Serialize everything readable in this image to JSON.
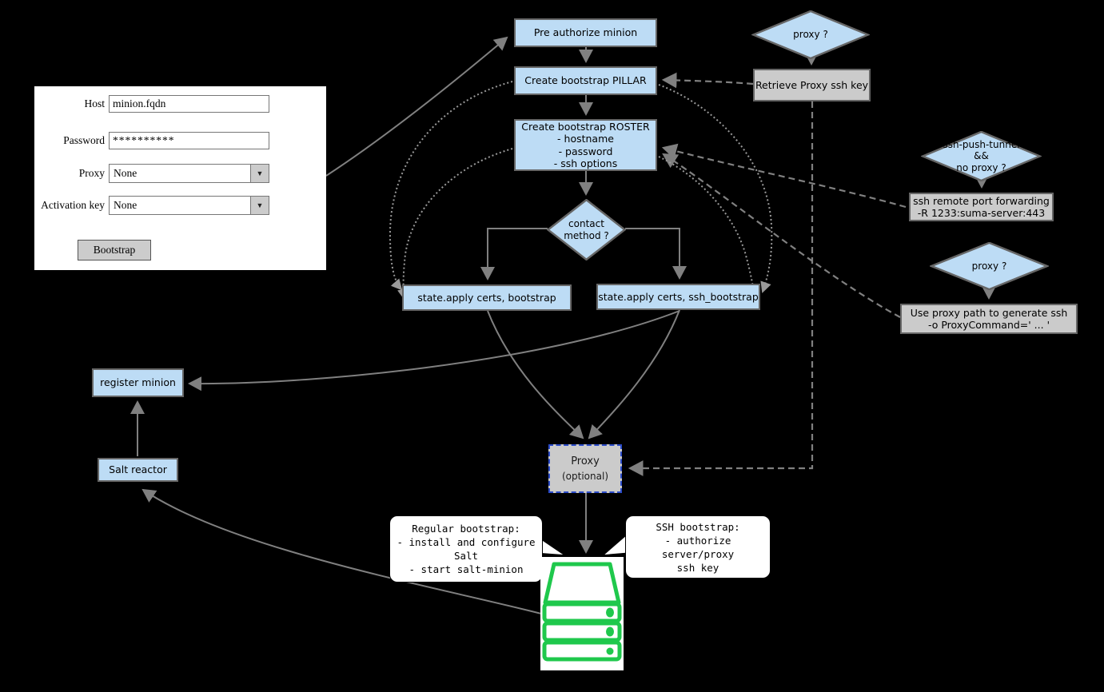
{
  "form": {
    "fields": [
      {
        "label": "Host",
        "value": "minion.fqdn"
      },
      {
        "label": "Password",
        "value": "**********"
      },
      {
        "label": "Proxy",
        "value": "None"
      },
      {
        "label": "Activation key",
        "value": "None"
      }
    ],
    "submit_label": "Bootstrap",
    "dropdown_glyph": "▼"
  },
  "flow": {
    "pre_authorize": {
      "label": "Pre authorize minion"
    },
    "pillar": {
      "label": "Create bootstrap PILLAR"
    },
    "roster": {
      "title": "Create bootstrap ROSTER",
      "items": [
        "- hostname",
        "- password",
        "- ssh options"
      ]
    },
    "contact_method": {
      "line1": "contact",
      "line2": "method ?"
    },
    "apply_bootstrap": {
      "label": "state.apply certs, bootstrap"
    },
    "apply_ssh_bootstrap": {
      "label": "state.apply certs, ssh_bootstrap"
    },
    "register_minion": {
      "label": "register minion"
    },
    "salt_reactor": {
      "label": "Salt reactor"
    },
    "proxy_optional": {
      "line1": "Proxy",
      "line2": "(optional)"
    },
    "proxy_decision_top": {
      "label": "proxy ?"
    },
    "retrieve_proxy_key": {
      "label": "Retrieve Proxy ssh key"
    },
    "tunnel_decision": {
      "line1": "ssh-push-tunnel",
      "line2": "&&",
      "line3": "no proxy ?"
    },
    "port_forwarding": {
      "line1": "ssh remote port forwarding",
      "line2": "-R 1233:suma-server:443"
    },
    "proxy_decision_right": {
      "label": "proxy ?"
    },
    "proxy_path": {
      "line1": "Use proxy path to generate ssh",
      "line2": "-o ProxyCommand=' ... '"
    }
  },
  "callouts": {
    "regular": {
      "lines": [
        "Regular bootstrap:",
        "- install and configure",
        "Salt",
        "- start salt-minion"
      ]
    },
    "ssh": {
      "lines": [
        "SSH bootstrap:",
        "- authorize server/proxy",
        "ssh key"
      ]
    }
  },
  "colors": {
    "canvas_bg": "#000000",
    "node_fill_blue": "#bddcf5",
    "node_fill_gray": "#cbcbcb",
    "node_border": "#666666",
    "arrow_solid": "#808080",
    "arrow_dotted": "#999999",
    "proxy_dashed_border": "#2b4bc8",
    "server_green": "#1fc84c"
  }
}
